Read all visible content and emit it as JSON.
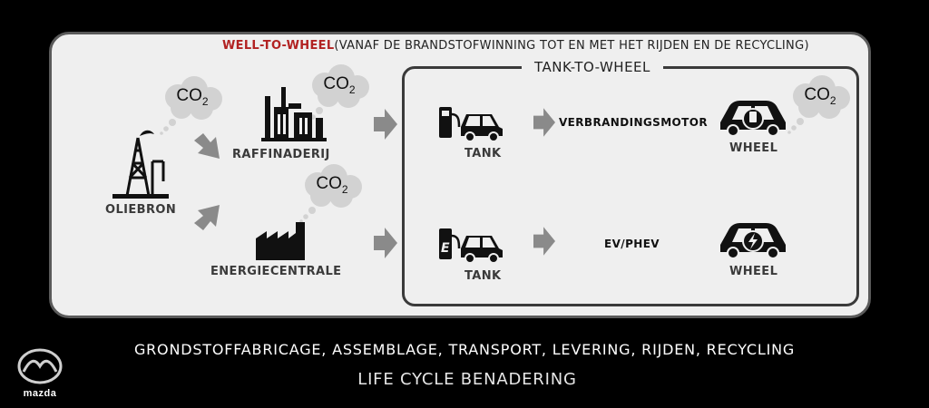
{
  "diagram": {
    "well_to_wheel": {
      "label": "WELL-TO-WHEEL",
      "description": "(VANAF DE BRANDSTOFWINNING TOT EN MET HET RIJDEN EN DE RECYCLING)"
    },
    "tank_to_wheel": {
      "label": "TANK-TO-WHEEL"
    },
    "co2": {
      "main": "CO",
      "sub": "2"
    },
    "nodes": {
      "oliebron": "OLIEBRON",
      "raffinaderij": "RAFFINADERIJ",
      "energiecentrale": "ENERGIECENTRALE",
      "tank_top": "TANK",
      "tank_bottom": "TANK",
      "verbrandingsmotor": "VERBRANDINGSMOTOR",
      "ev_phev": "EV/PHEV",
      "wheel_top": "WHEEL",
      "wheel_bottom": "WHEEL"
    }
  },
  "footer": {
    "steps": "GRONDSTOFFABRICAGE, ASSEMBLAGE, TRANSPORT, LEVERING, RIJDEN, RECYCLING",
    "approach": "LIFE CYCLE BENADERING"
  },
  "brand": {
    "name": "mazda"
  },
  "colors": {
    "accent": "#b22222",
    "panel": "#efefef",
    "arrow": "#8a8a8a"
  }
}
